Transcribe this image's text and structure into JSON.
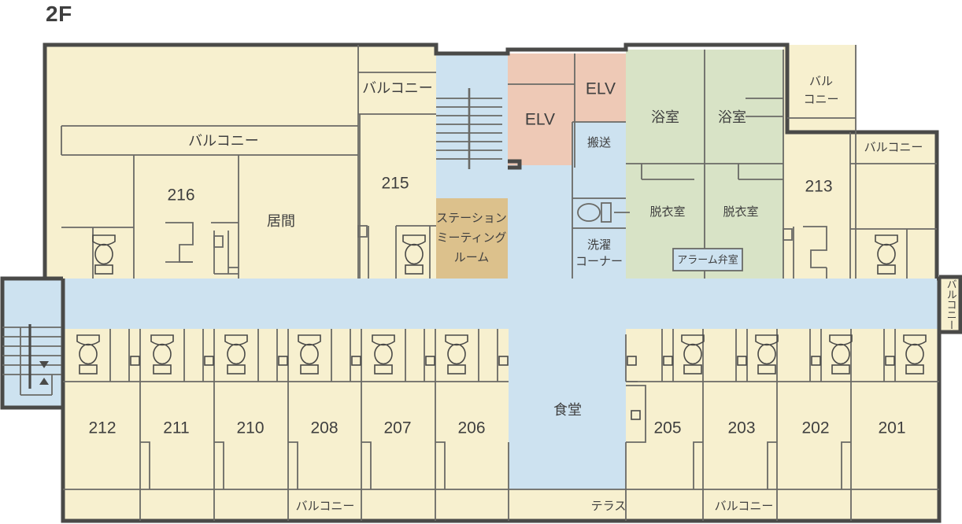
{
  "title": "2F",
  "legend_colors": {
    "room_cream": "#f7f0cf",
    "corridor_blue": "#cde2f0",
    "elevator_pink": "#eec9b6",
    "bath_green": "#d8e3c6",
    "meeting_tan": "#dcc18c",
    "wall_dark": "#4a4a48",
    "wall_thin": "#6a6a66",
    "text": "#3f3f3f",
    "page_bg": "#ffffff"
  },
  "rooms": {
    "upper_left_units": [
      {
        "id": "216",
        "label": "216"
      },
      {
        "id": "living",
        "label": "居間"
      },
      {
        "id": "215",
        "label": "215"
      }
    ],
    "upper_right_units": [
      {
        "id": "213",
        "label": "213"
      }
    ],
    "lower_left_units": [
      {
        "id": "212",
        "label": "212"
      },
      {
        "id": "211",
        "label": "211"
      },
      {
        "id": "210",
        "label": "210"
      },
      {
        "id": "208",
        "label": "208"
      },
      {
        "id": "207",
        "label": "207"
      },
      {
        "id": "206",
        "label": "206"
      }
    ],
    "lower_right_units": [
      {
        "id": "205",
        "label": "205"
      },
      {
        "id": "203",
        "label": "203"
      },
      {
        "id": "202",
        "label": "202"
      },
      {
        "id": "201",
        "label": "201"
      }
    ]
  },
  "service_spaces": {
    "elevator_1": "ELV",
    "elevator_2": "ELV",
    "transport": "搬送",
    "bath_1": "浴室",
    "bath_2": "浴室",
    "changing_1": "脱衣室",
    "changing_2": "脱衣室",
    "laundry_line1": "洗濯",
    "laundry_line2": "コーナー",
    "alarm_valve_room": "アラーム弁室",
    "station_meeting_room_line1": "ステーション",
    "station_meeting_room_line2": "ミーティング",
    "station_meeting_room_line3": "ルーム",
    "dining_hall": "食堂",
    "terrace": "テラス"
  },
  "balconies": {
    "top_left": "バルコニー",
    "top_mid": "バルコニー",
    "top_right_line1": "バル",
    "top_right_line2": "コニー",
    "right_upper": "バルコニー",
    "right_edge_vertical": "バルコニー",
    "bottom_left": "バルコニー",
    "bottom_right": "バルコニー"
  }
}
